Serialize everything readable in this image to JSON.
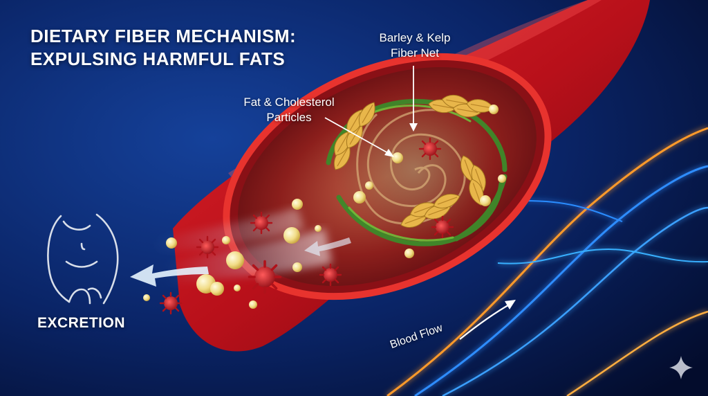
{
  "title": {
    "line1": "DIETARY FIBER MECHANISM:",
    "line2": "EXPULSING HARMFUL FATS"
  },
  "labels": {
    "fiber_net_line1": "Barley & Kelp",
    "fiber_net_line2": "Fiber Net",
    "particles_line1": "Fat & Cholesterol",
    "particles_line2": "Particles",
    "excretion": "EXCRETION",
    "blood_flow": "Blood Flow"
  },
  "colors": {
    "background": "#061a4a",
    "vessel_red": "#c8141c",
    "vessel_dark": "#7a0a10",
    "fiber_green": "#3d8a2a",
    "barley_gold": "#e6b23c",
    "fat_particle": "#f4e39a",
    "pathogen": "#c4161c",
    "glow_blue": "#3aa0ff",
    "glow_orange": "#ff9a2a"
  },
  "icons": {
    "body_outline": "abdomen-outline-icon",
    "sparkle": "four-point-star-icon",
    "particle": "fat-globule",
    "pathogen": "spiky-virus"
  }
}
